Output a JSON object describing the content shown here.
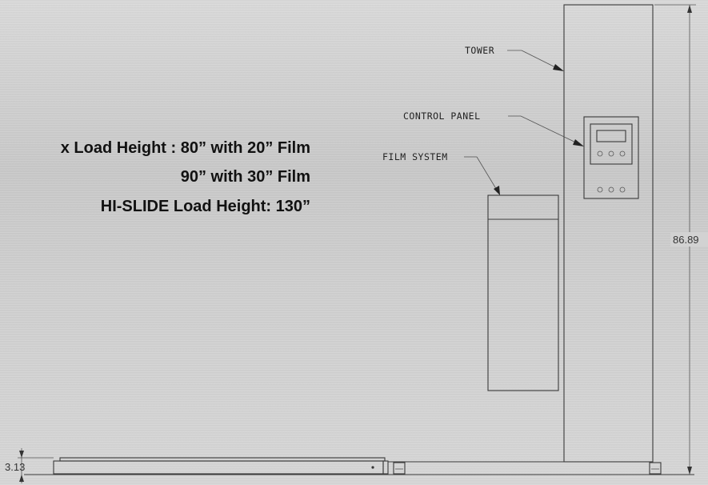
{
  "specs": {
    "line1": "x Load Height : 80” with 20” Film",
    "line2": "90” with 30” Film",
    "line3": "HI-SLIDE Load Height: 130”"
  },
  "callouts": {
    "tower": "TOWER",
    "control_panel": "CONTROL PANEL",
    "film_system": "FILM SYSTEM"
  },
  "dimensions": {
    "height": "86.89",
    "base": "3.13"
  },
  "colors": {
    "background": "#cfcfcf",
    "line": "#3a3a3a",
    "text": "#111111"
  }
}
